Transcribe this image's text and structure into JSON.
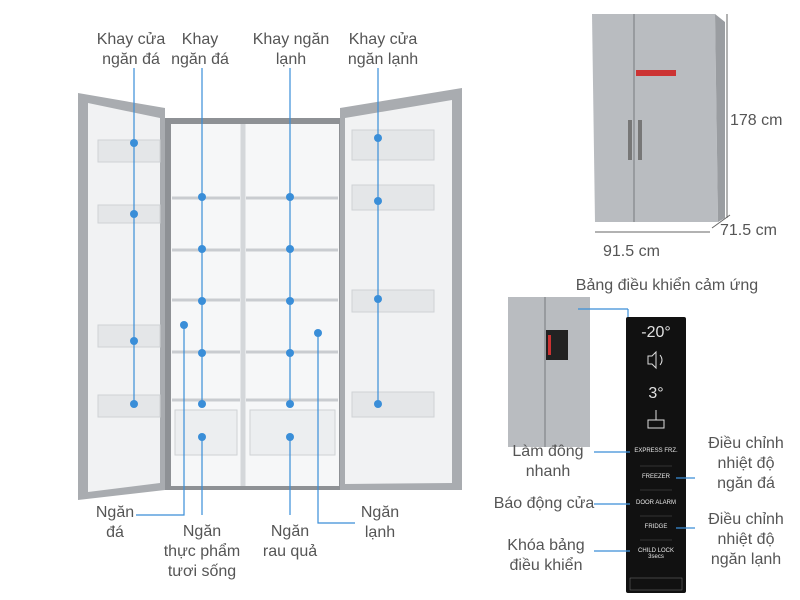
{
  "fridge_labels": {
    "door_ice_tray": "Khay cửa\nngăn đá",
    "ice_tray": "Khay\nngăn đá",
    "fridge_tray": "Khay ngăn\nlạnh",
    "door_fridge_tray": "Khay cửa\nngăn lạnh",
    "freezer": "Ngăn\nđá",
    "fresh_food": "Ngăn\nthực phẩm\ntươi sống",
    "vegetable": "Ngăn\nrau quả",
    "fridge": "Ngăn\nlạnh"
  },
  "dimensions": {
    "height": "178 cm",
    "depth": "71.5 cm",
    "width": "91.5 cm"
  },
  "control_panel": {
    "title": "Bảng điều khiển cảm ứng",
    "freezer_temp": "-20°",
    "fridge_temp": "3°",
    "buttons": [
      "EXPRESS FRZ.",
      "FREEZER",
      "DOOR ALARM",
      "FRIDGE",
      "CHILD LOCK 3secs"
    ],
    "label_express": "Làm đông\nnhanh",
    "label_door_alarm": "Báo động cửa",
    "label_child_lock": "Khóa bảng\nđiều khiển",
    "label_freezer_adjust": "Điều chỉnh\nnhiệt độ\nngăn đá",
    "label_fridge_adjust": "Điều chỉnh\nnhiệt độ\nngăn lạnh"
  },
  "colors": {
    "pointer": "#3a8ed8",
    "steel": "#b9bcc0",
    "panel": "#111111",
    "label_text": "#555555"
  }
}
